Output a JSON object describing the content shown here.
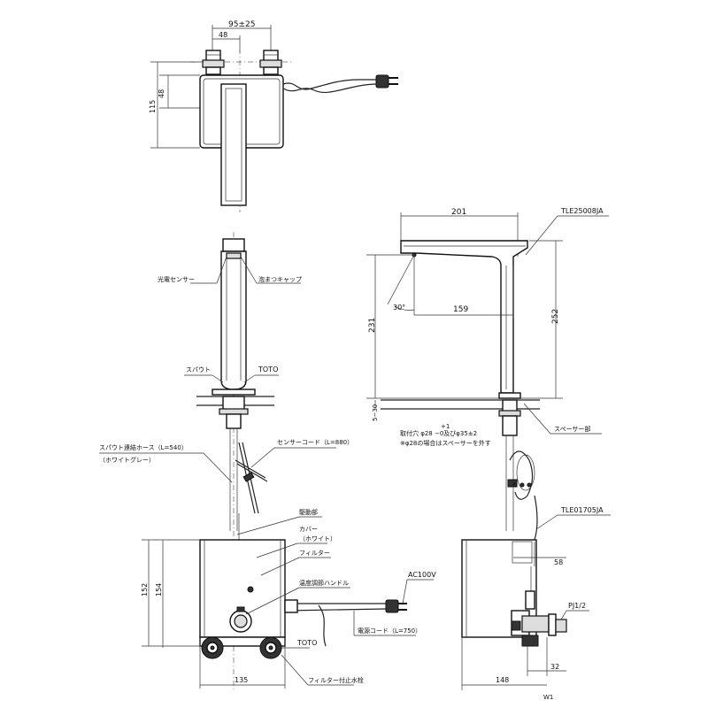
{
  "top_view": {
    "dim_width": "95±25",
    "dim_center": "48",
    "dim_height_48": "48",
    "dim_height_115": "115"
  },
  "front_view": {
    "label_sensor": "光電センサー",
    "label_cap": "泡まつキャップ",
    "label_spout": "スパウト",
    "label_toto_top": "TOTO",
    "label_hose": "スパウト連結ホース（L=540）",
    "label_hose_color": "（ホワイトグレー）",
    "label_sensor_cord": "センサーコード（L=880）",
    "label_drive": "駆動部",
    "label_cover": "カバー",
    "label_cover_color": "（ホワイト）",
    "label_filter": "フィルター",
    "label_temp_handle": "温度調節ハンドル",
    "label_ac": "AC100V",
    "label_power_cord": "電源コード（L=750）",
    "label_toto_bottom": "TOTO",
    "label_filter_valve": "フィルター付止水栓",
    "dim_152": "152",
    "dim_154": "154",
    "dim_135": "135"
  },
  "side_view": {
    "dim_201": "201",
    "model_faucet": "TLE25008JA",
    "dim_30deg": "30°",
    "dim_159": "159",
    "dim_231": "231",
    "dim_252": "252",
    "dim_5_30": "5~30",
    "mount_tol": "+1",
    "mount_hole": "取付穴 φ28 −0及びφ35±2",
    "mount_note": "※φ28の場合はスペーサーを外す",
    "label_spacer": "スペーサー部",
    "model_unit": "TLE01705JA",
    "dim_58": "58",
    "label_pj": "PJ1/2",
    "dim_32": "32",
    "dim_148": "148",
    "label_w1": "W1"
  }
}
